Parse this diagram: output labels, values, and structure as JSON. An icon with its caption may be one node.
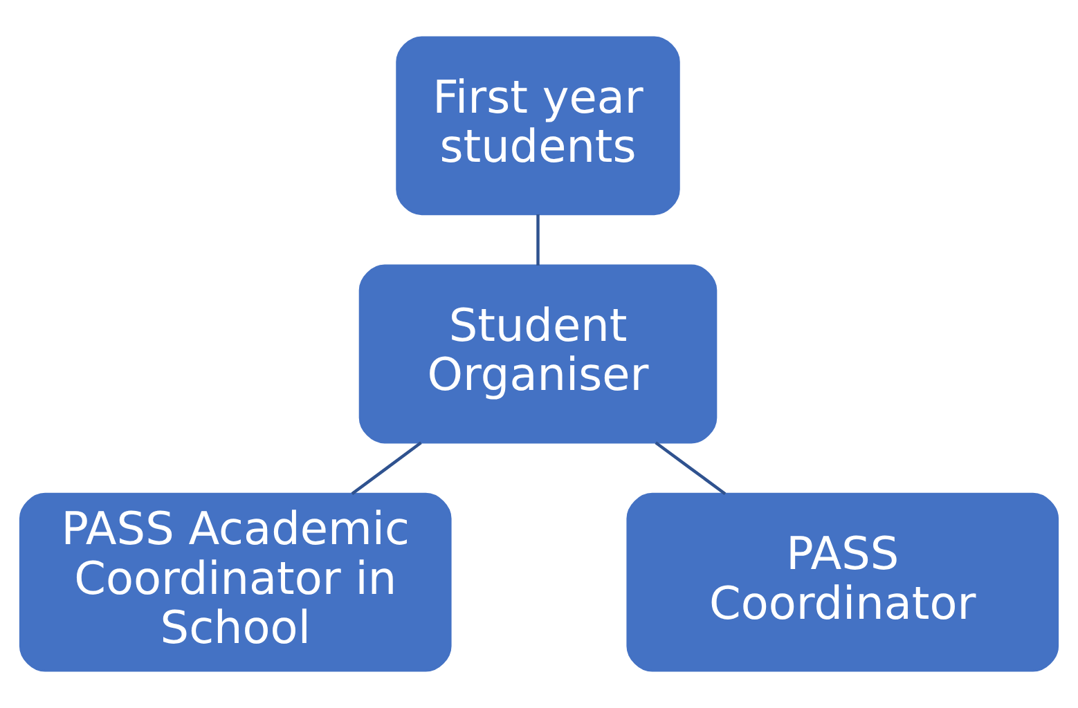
{
  "diagram": {
    "nodes": [
      {
        "text": [
          "First year students"
        ]
      },
      {
        "text": [
          "Student Organiser"
        ]
      },
      {
        "text": [
          "PASS Academic Coordinator in School"
        ]
      },
      {
        "text": [
          "PASS Coordinator"
        ]
      }
    ],
    "edges": [
      {
        "from": 0,
        "to": 1,
        "arrow": "none"
      },
      {
        "from": 1,
        "to": 2,
        "arrow": "none"
      },
      {
        "from": 1,
        "to": 3,
        "arrow": "none"
      }
    ]
  }
}
